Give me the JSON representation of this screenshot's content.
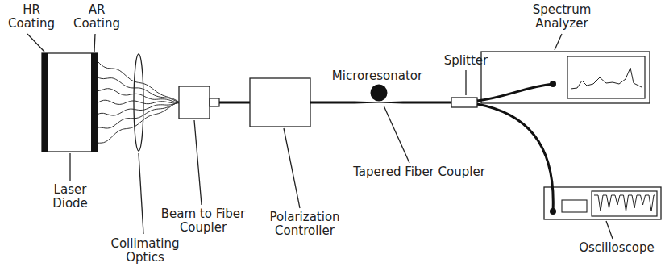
{
  "diagram": {
    "labels": [
      "HR Coating",
      "AR Coating",
      "Laser Diode",
      "Collimating Optics",
      "Beam to Fiber Coupler",
      "Polarization Controller",
      "Microresonator",
      "Tapered Fiber Coupler",
      "Splitter",
      "Spectrum Analyzer",
      "Oscilloscope"
    ]
  }
}
